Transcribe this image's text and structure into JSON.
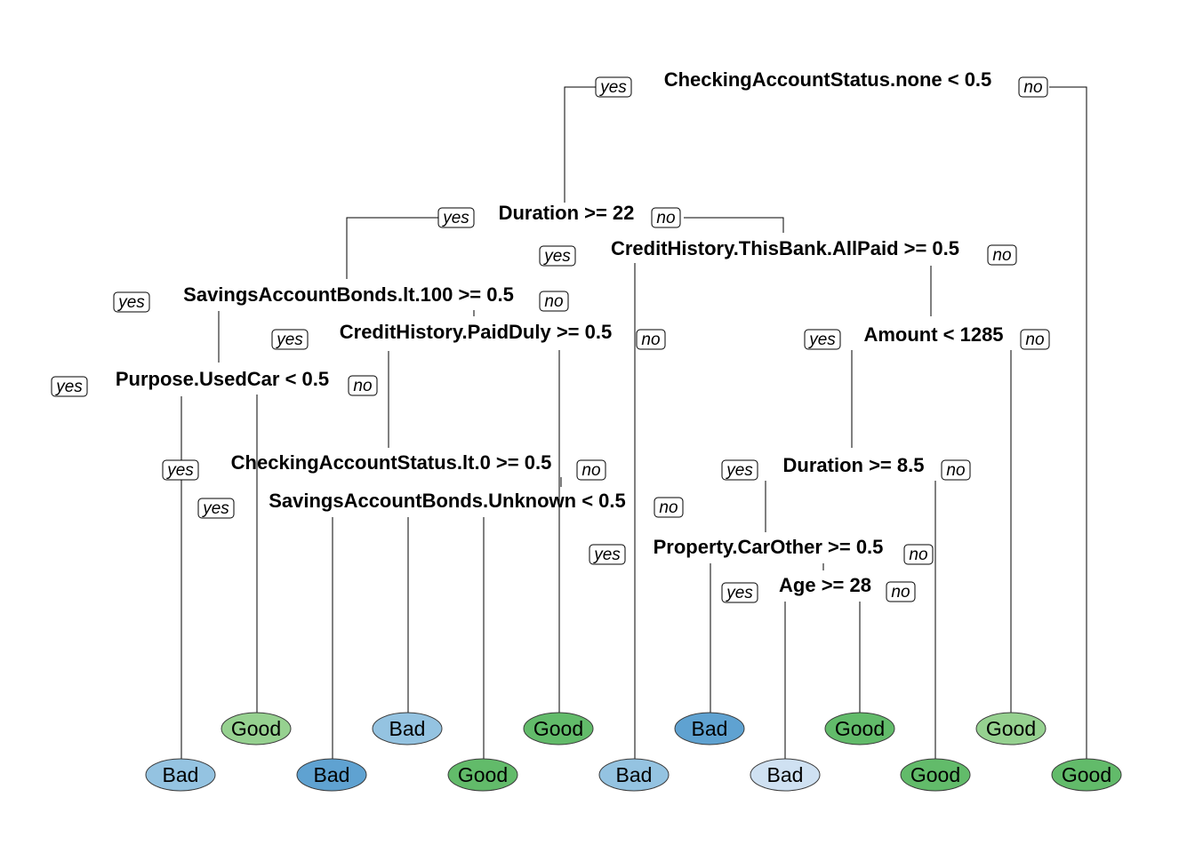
{
  "yes_label": "yes",
  "no_label": "no",
  "colors": {
    "bad_dark": "#5fa2d1",
    "bad_mid": "#94c3e1",
    "bad_light": "#cfe1f2",
    "good_light": "#96d190",
    "good_dark": "#62bb6a"
  },
  "splits": [
    {
      "id": "s1",
      "label": "CheckingAccountStatus.none < 0.5"
    },
    {
      "id": "s2",
      "label": "Duration >= 22"
    },
    {
      "id": "s3",
      "label": "CreditHistory.ThisBank.AllPaid >= 0.5"
    },
    {
      "id": "s4",
      "label": "SavingsAccountBonds.lt.100 >= 0.5"
    },
    {
      "id": "s5",
      "label": "CreditHistory.PaidDuly >= 0.5"
    },
    {
      "id": "s6",
      "label": "Amount < 1285"
    },
    {
      "id": "s7",
      "label": "Purpose.UsedCar < 0.5"
    },
    {
      "id": "s8",
      "label": "CheckingAccountStatus.lt.0 >= 0.5"
    },
    {
      "id": "s9",
      "label": "Duration >= 8.5"
    },
    {
      "id": "s10",
      "label": "SavingsAccountBonds.Unknown < 0.5"
    },
    {
      "id": "s11",
      "label": "Property.CarOther >= 0.5"
    },
    {
      "id": "s12",
      "label": "Age >= 28"
    }
  ],
  "leaves": [
    {
      "id": "l1",
      "label": "Bad",
      "shade": "bad_mid"
    },
    {
      "id": "l2",
      "label": "Good",
      "shade": "good_light"
    },
    {
      "id": "l3",
      "label": "Bad",
      "shade": "bad_dark"
    },
    {
      "id": "l4",
      "label": "Bad",
      "shade": "bad_mid"
    },
    {
      "id": "l5",
      "label": "Good",
      "shade": "good_dark"
    },
    {
      "id": "l6",
      "label": "Good",
      "shade": "good_dark"
    },
    {
      "id": "l7",
      "label": "Bad",
      "shade": "bad_mid"
    },
    {
      "id": "l8",
      "label": "Bad",
      "shade": "bad_dark"
    },
    {
      "id": "l9",
      "label": "Bad",
      "shade": "bad_light"
    },
    {
      "id": "l10",
      "label": "Good",
      "shade": "good_dark"
    },
    {
      "id": "l11",
      "label": "Good",
      "shade": "good_dark"
    },
    {
      "id": "l12",
      "label": "Good",
      "shade": "good_light"
    },
    {
      "id": "l13",
      "label": "Good",
      "shade": "good_dark"
    }
  ]
}
